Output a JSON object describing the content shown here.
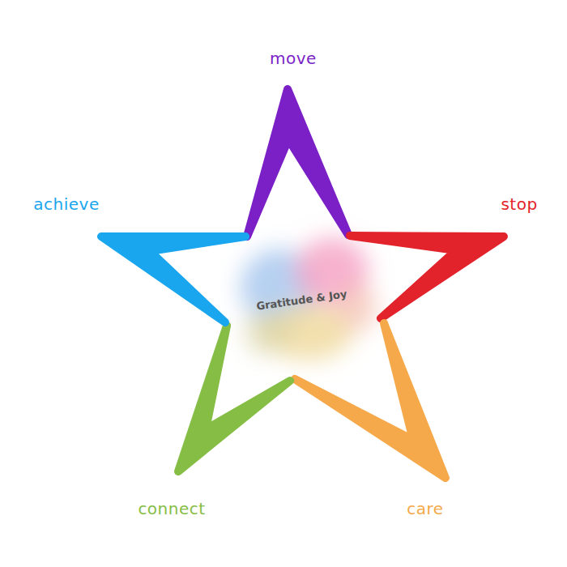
{
  "diagram": {
    "nodes": [
      {
        "text": [
          "Gratitude & Joy"
        ]
      }
    ],
    "labels": [
      "move",
      "stop",
      "care",
      "connect",
      "achieve"
    ]
  }
}
